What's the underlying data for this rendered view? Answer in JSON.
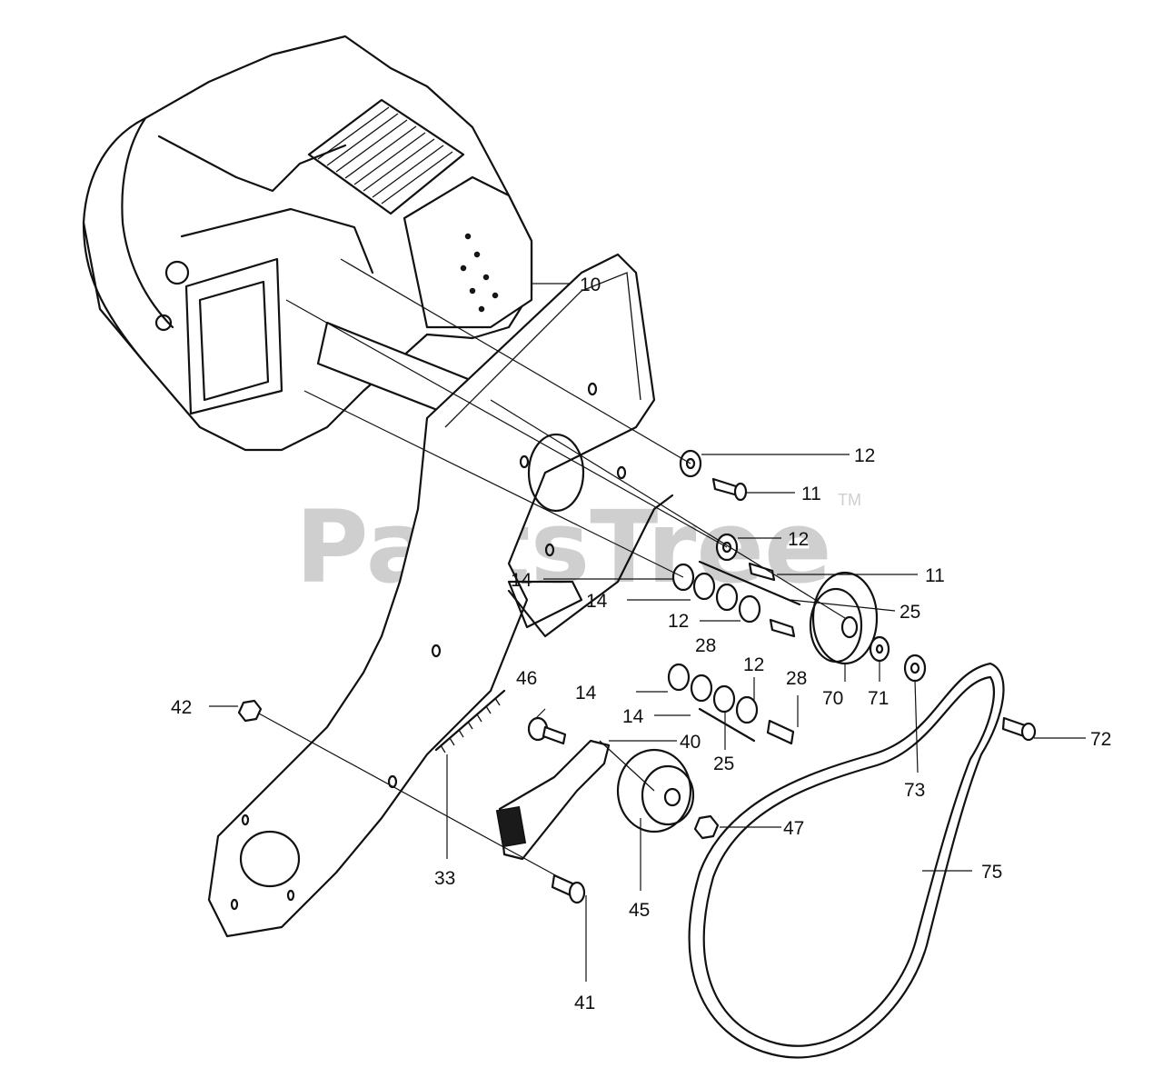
{
  "watermark": {
    "text": "PartsTree",
    "tm": "TM"
  },
  "callouts": {
    "c10": "10",
    "c12a": "12",
    "c11a": "11",
    "c12b": "12",
    "c11b": "11",
    "c14a": "14",
    "c14b": "14",
    "c25a": "25",
    "c12c": "12",
    "c28a": "28",
    "c46": "46",
    "c12d": "12",
    "c28b": "28",
    "c42": "42",
    "c14c": "14",
    "c14d": "14",
    "c40": "40",
    "c70": "70",
    "c71": "71",
    "c72": "72",
    "c25b": "25",
    "c73": "73",
    "c47": "47",
    "c33": "33",
    "c45": "45",
    "c75": "75",
    "c41": "41"
  }
}
